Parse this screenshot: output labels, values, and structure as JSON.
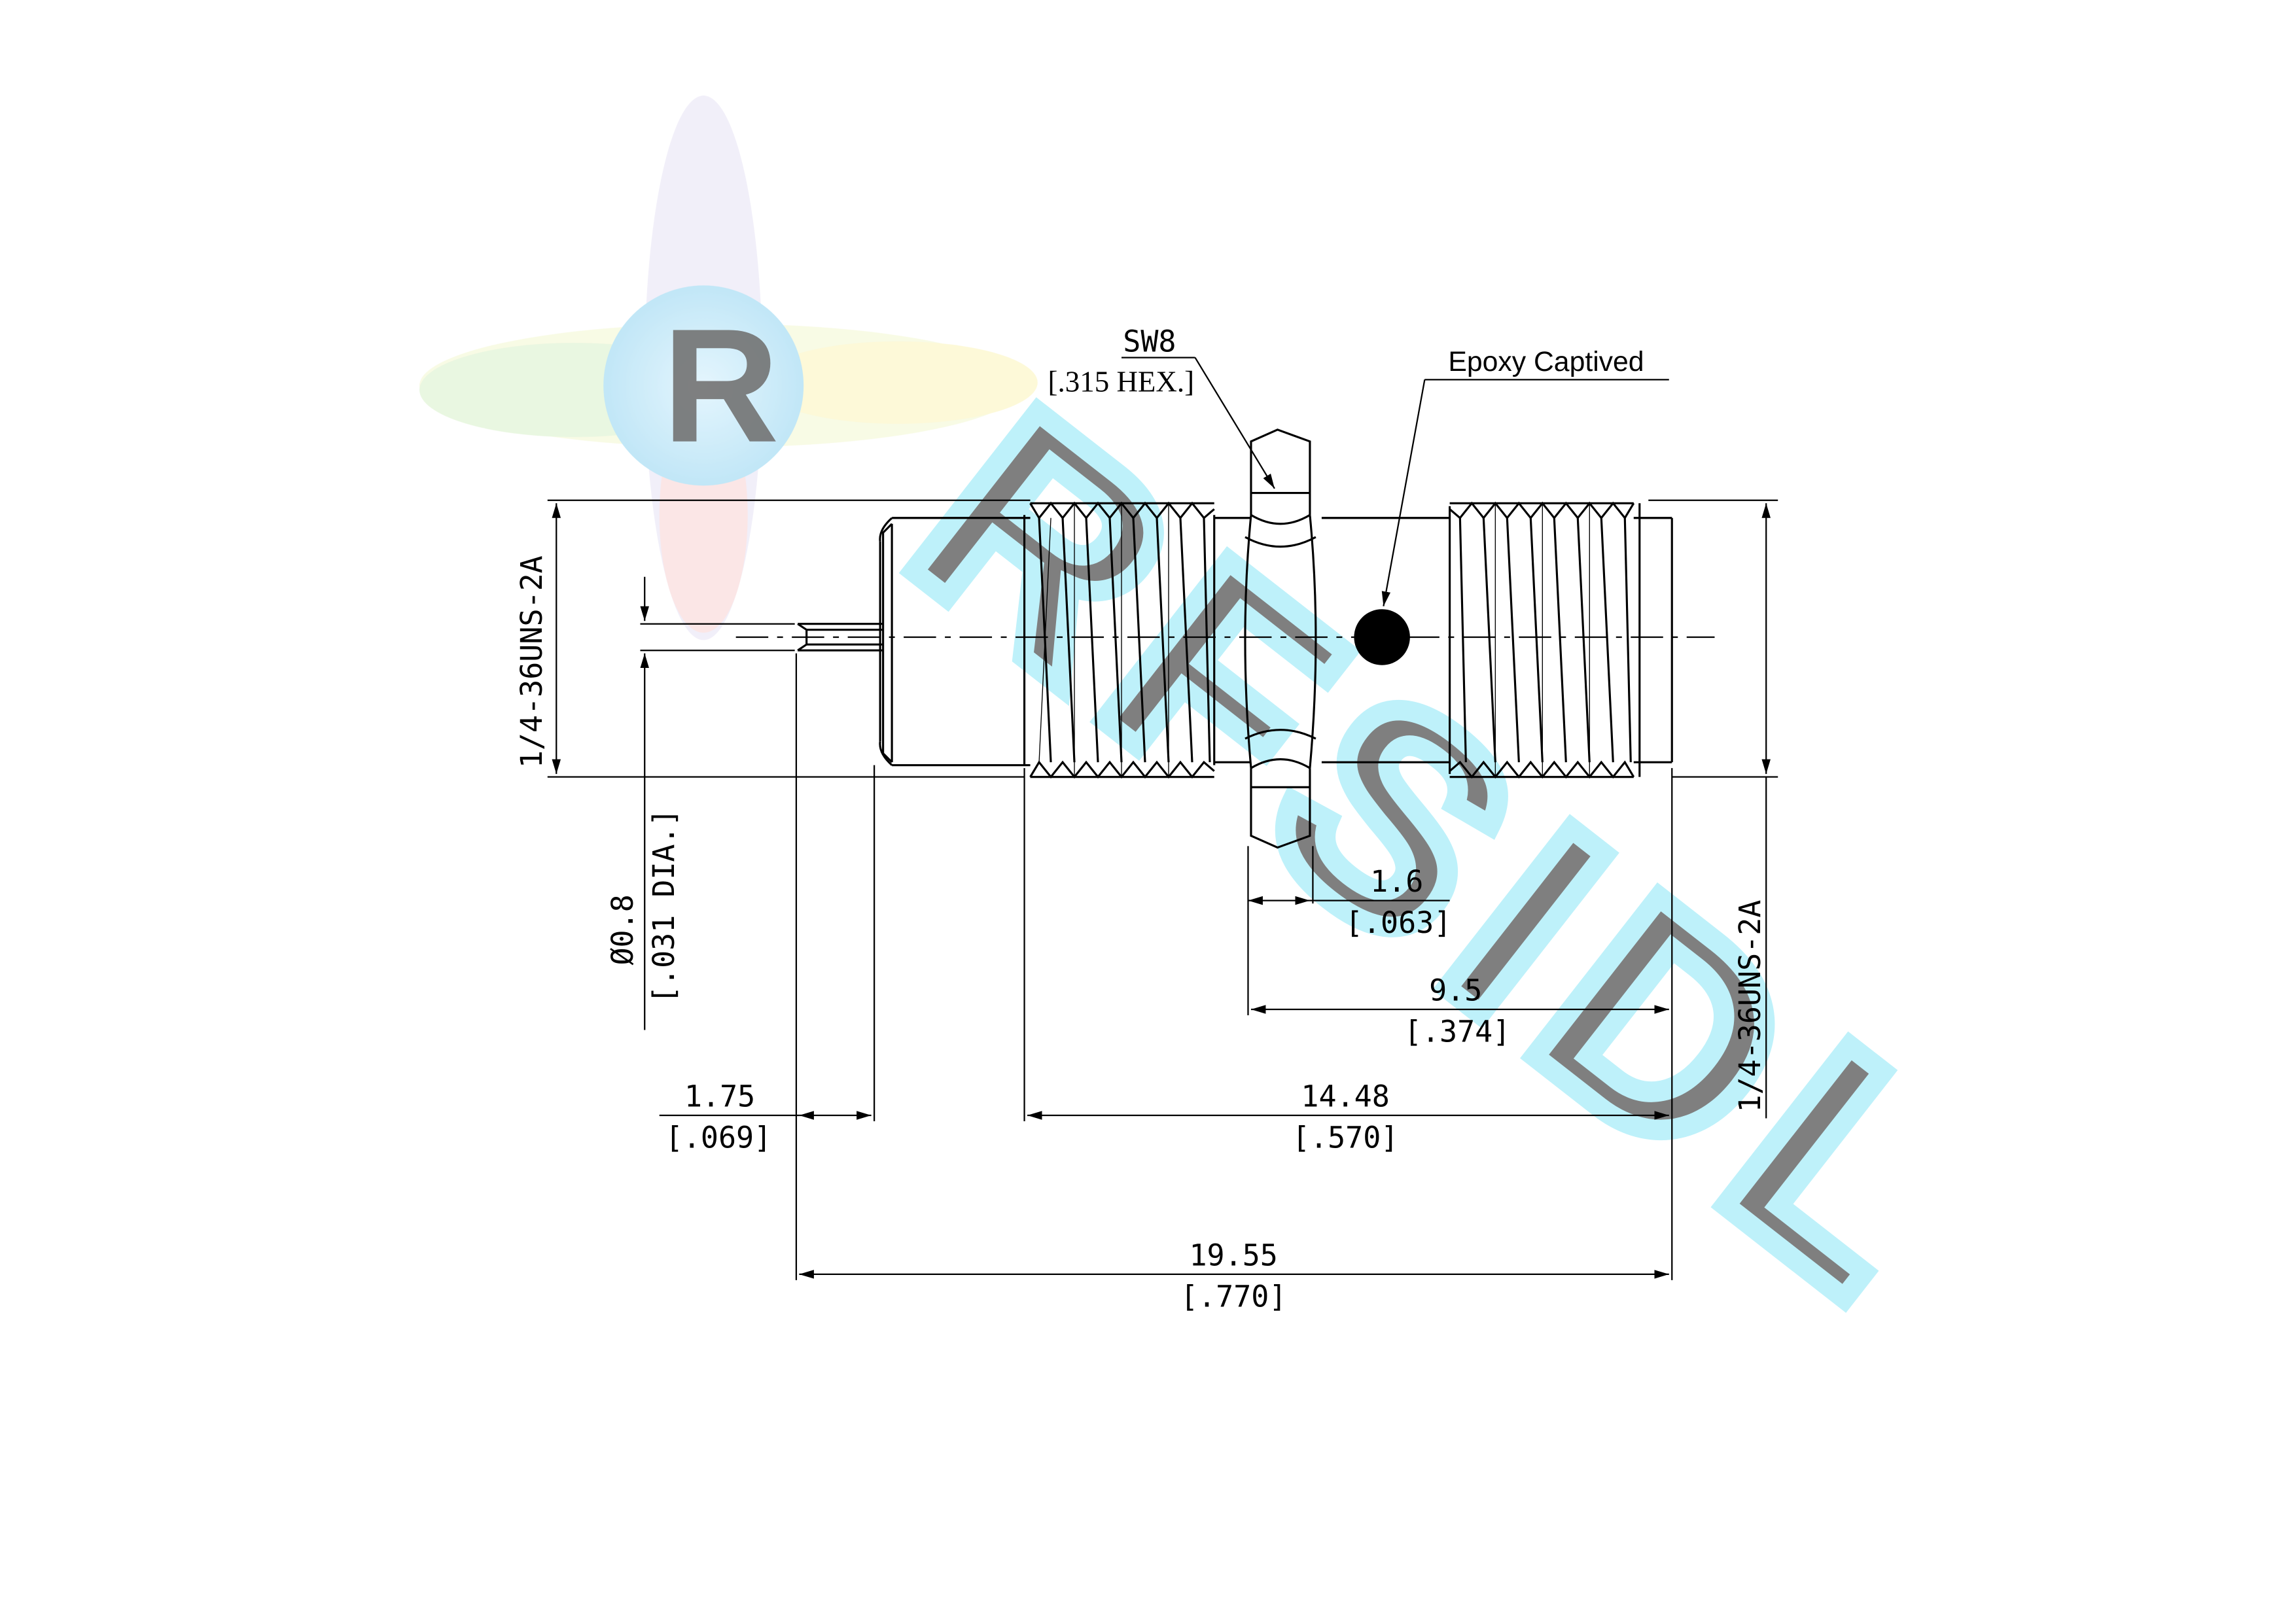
{
  "labels": {
    "hex_size": "SW8",
    "hex_size_in": "[.315 HEX.]",
    "epoxy": "Epoxy Captived",
    "thread_left": "1/4-36UNS-2A",
    "thread_right": "1/4-36UNS-2A",
    "pin_dia": "Ø0.8",
    "pin_dia_in": "[.031 DIA.]",
    "dim_1_6": "1.6",
    "dim_1_6_in": "[.063]",
    "dim_9_5": "9.5",
    "dim_9_5_in": "[.374]",
    "dim_1_75": "1.75",
    "dim_1_75_in": "[.069]",
    "dim_14_48": "14.48",
    "dim_14_48_in": "[.570]",
    "dim_19_55": "19.55",
    "dim_19_55_in": "[.770]"
  },
  "watermark": {
    "text": "RFSIDL"
  },
  "colors": {
    "line": "#000000",
    "watermark_cyan": "#7fe3f5"
  }
}
